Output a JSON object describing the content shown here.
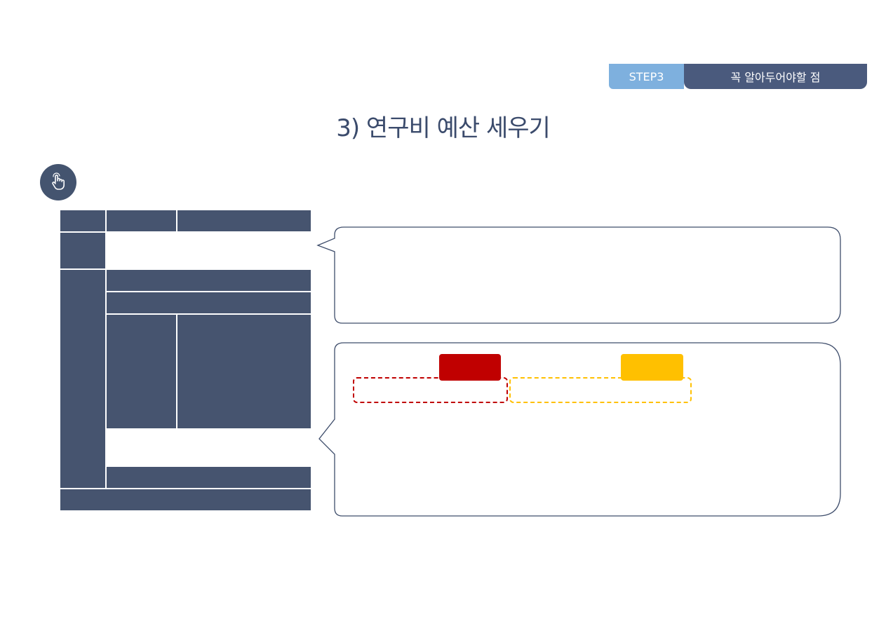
{
  "header": {
    "step_label": "STEP3",
    "topic_label": "꼭 알아두어야할 점"
  },
  "page_title": "3) 연구비 예산 세우기",
  "icons": {
    "pointer": "hand-pointer-icon"
  },
  "colors": {
    "navy": "#46546f",
    "step_blue": "#7eb0de",
    "topic_navy": "#4a5a7d",
    "title": "#3b4b6c",
    "red_badge": "#c00000",
    "yellow_badge": "#ffc000"
  }
}
